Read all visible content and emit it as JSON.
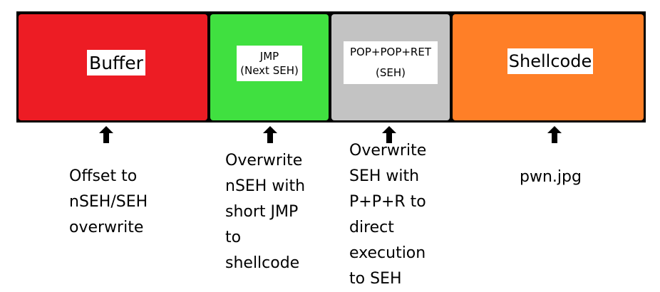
{
  "colors": {
    "frame": "#000000",
    "buffer": "#ed1c24",
    "next_seh": "#40e040",
    "seh": "#c3c3c3",
    "shellcode": "#ff7f27",
    "label_bg": "#ffffff"
  },
  "blocks": [
    {
      "label_lines": [
        "Buffer"
      ]
    },
    {
      "label_lines": [
        "JMP",
        "(Next SEH)"
      ]
    },
    {
      "label_lines": [
        "POP+POP+RET",
        "(SEH)"
      ]
    },
    {
      "label_lines": [
        "Shellcode"
      ]
    }
  ],
  "arrow_icon": "up-arrow-icon",
  "annotations": [
    {
      "lines": [
        "Offset to",
        "nSEH/SEH",
        "overwrite"
      ]
    },
    {
      "lines": [
        "Overwrite",
        "nSEH with",
        "short JMP",
        "to",
        "shellcode"
      ]
    },
    {
      "lines": [
        "Overwrite",
        "SEH with",
        "P+P+R to",
        "direct",
        "execution",
        "to SEH"
      ]
    },
    {
      "lines": [
        "pwn.jpg"
      ]
    }
  ]
}
